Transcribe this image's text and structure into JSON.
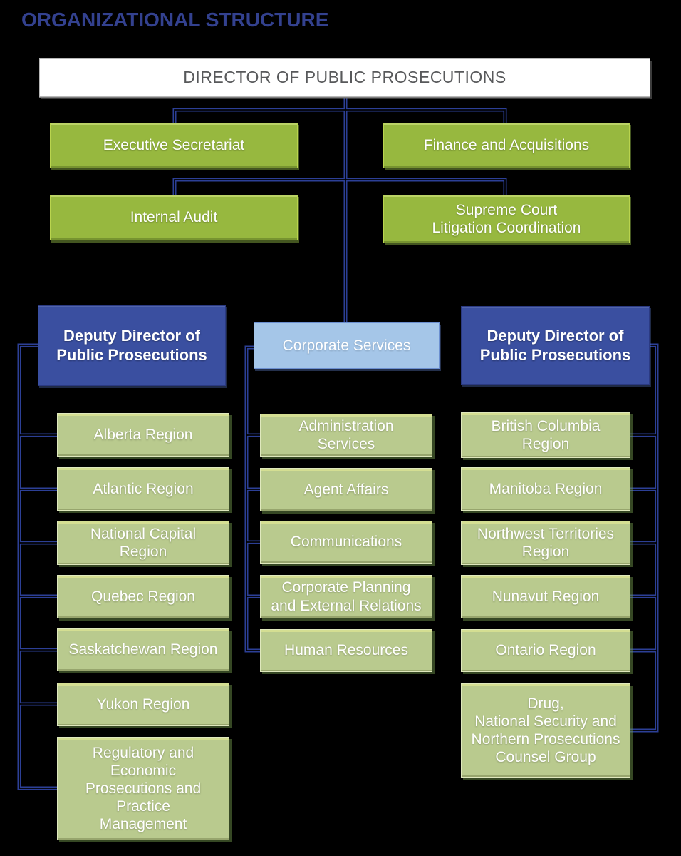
{
  "title": "ORGANIZATIONAL STRUCTURE",
  "colors": {
    "background": "#000000",
    "title_text": "#33418f",
    "connector": "#2c3f96",
    "director_fill": "#ffffff",
    "director_text": "#58595b",
    "green_fill": "#97b83f",
    "green_border": "#b9d44e",
    "sage_fill": "#b9ca8e",
    "sage_border": "#dfe8bd",
    "deputy_fill": "#3a4fa0",
    "deputy_border": "#2b3a82",
    "corporate_fill": "#a5c6e8",
    "corporate_border": "#6b8fd0",
    "box_text": "#ffffff"
  },
  "nodes": {
    "director": {
      "label": "DIRECTOR OF PUBLIC PROSECUTIONS"
    },
    "executive_secretariat": {
      "label": "Executive Secretariat"
    },
    "finance_acquisitions": {
      "label": "Finance and Acquisitions"
    },
    "internal_audit": {
      "label": "Internal Audit"
    },
    "supreme_court_litigation": {
      "label": "Supreme Court\nLitigation Coordination"
    },
    "deputy_director_left": {
      "label": "Deputy Director of\nPublic Prosecutions"
    },
    "corporate_services": {
      "label": "Corporate Services"
    },
    "deputy_director_right": {
      "label": "Deputy Director of\nPublic Prosecutions"
    }
  },
  "columns": {
    "left": {
      "items": [
        {
          "label": "Alberta Region"
        },
        {
          "label": "Atlantic Region"
        },
        {
          "label": "National Capital\nRegion"
        },
        {
          "label": "Quebec Region"
        },
        {
          "label": "Saskatchewan Region"
        },
        {
          "label": "Yukon Region"
        },
        {
          "label": "Regulatory and\nEconomic\nProsecutions and\nPractice\nManagement"
        }
      ]
    },
    "center": {
      "items": [
        {
          "label": "Administration\nServices"
        },
        {
          "label": "Agent Affairs"
        },
        {
          "label": "Communications"
        },
        {
          "label": "Corporate Planning\nand External Relations"
        },
        {
          "label": "Human Resources"
        }
      ]
    },
    "right": {
      "items": [
        {
          "label": "British Columbia\nRegion"
        },
        {
          "label": "Manitoba Region"
        },
        {
          "label": "Northwest Territories\nRegion"
        },
        {
          "label": "Nunavut Region"
        },
        {
          "label": "Ontario Region"
        },
        {
          "label": "Drug,\nNational Security and\nNorthern Prosecutions\nCounsel Group"
        }
      ]
    }
  }
}
